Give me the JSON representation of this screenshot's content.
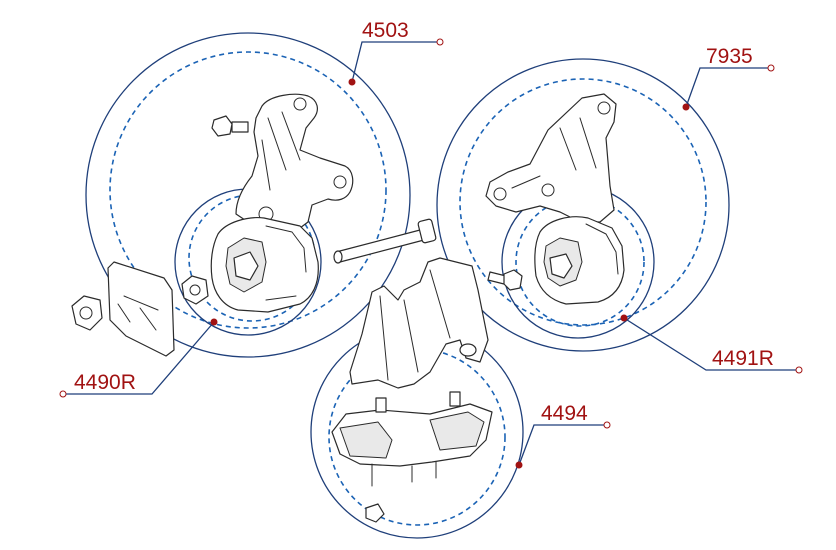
{
  "diagram": {
    "callouts": {
      "c4503": {
        "label": "4503"
      },
      "c7935": {
        "label": "7935"
      },
      "c4490R": {
        "label": "4490R"
      },
      "c4491R": {
        "label": "4491R"
      },
      "c4494": {
        "label": "4494"
      }
    },
    "colors": {
      "label_red": "#a11212",
      "ring_navy": "#1f3f7a",
      "dash_blue": "#1b63b5",
      "line_art": "#2b2b2b"
    }
  }
}
